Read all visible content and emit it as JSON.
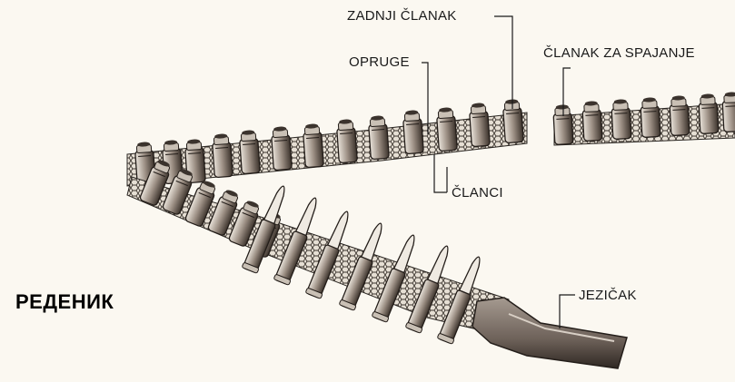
{
  "diagram": {
    "title": "РЕДЕНИК",
    "labels": {
      "last_link": "ZADNJI ČLANAK",
      "springs": "OPRUGE",
      "connecting_link": "ČLANAK ZA SPAJANJE",
      "links": "ČLANCI",
      "tab": "JEZIČAK"
    },
    "colors": {
      "ink": "#2a2622",
      "shadow": "#4a3f36",
      "paper": "#fbf8f1",
      "metal": "#8e8177"
    }
  }
}
